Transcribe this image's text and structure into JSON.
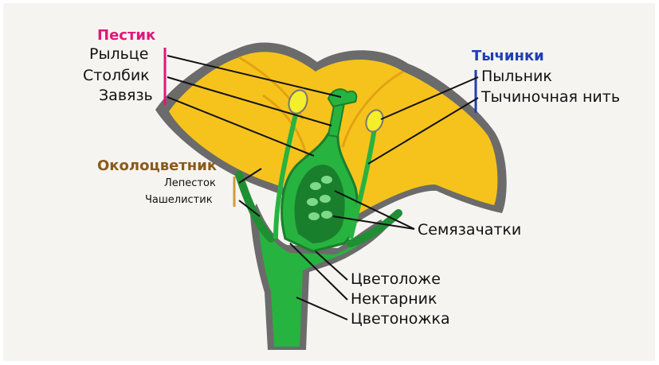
{
  "groups": {
    "pistil": {
      "title": "Пестик",
      "color": "#e0177a"
    },
    "stamens": {
      "title": "Тычинки",
      "color": "#1f3fb0"
    },
    "perianth": {
      "title": "Околоцветник",
      "color": "#8a5a1a"
    }
  },
  "labels": {
    "stigma": "Рыльце",
    "style": "Столбик",
    "ovary": "Завязь",
    "anther": "Пыльник",
    "filament": "Тычиночная нить",
    "petal": "Лепесток",
    "sepal": "Чашелистик",
    "ovules": "Семязачатки",
    "receptacle": "Цветоложе",
    "nectary": "Нектарник",
    "peduncle": "Цветоножка"
  }
}
